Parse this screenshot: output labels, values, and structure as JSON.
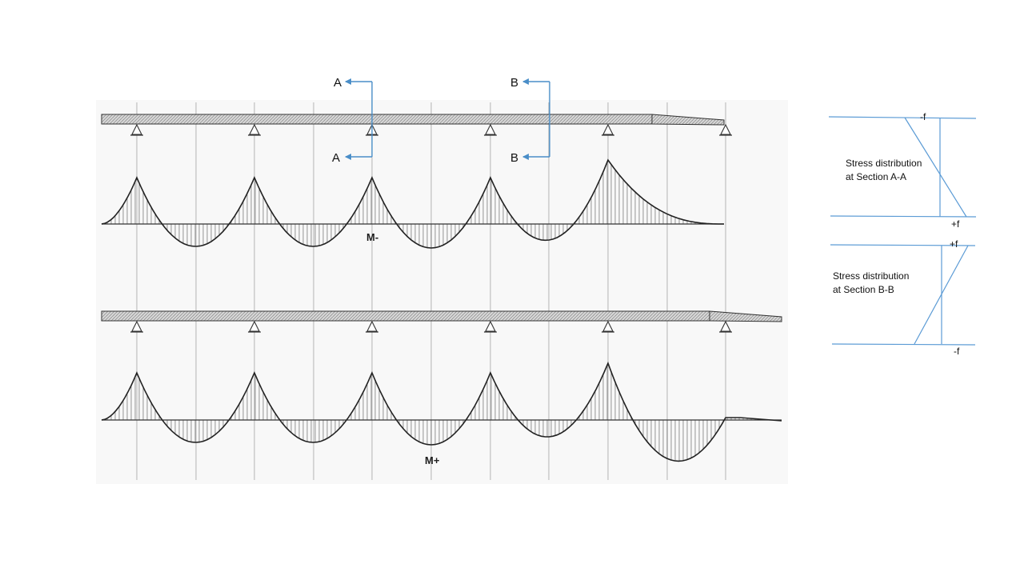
{
  "colors": {
    "section_arrow": "#4a8ec8",
    "stress_line": "#5b9bd5",
    "drawing_ink": "#333333",
    "beam_fill": "#cfcfcf",
    "paper_tone": "#f7f7f7"
  },
  "section_marks": {
    "a_top": "A",
    "a_bottom": "A",
    "b_top": "B",
    "b_bottom": "B"
  },
  "moment_labels": {
    "negative": "M-",
    "positive": "M+"
  },
  "stress_a": {
    "line1": "Stress distribution",
    "line2": "at Section A-A",
    "top_value": "-f",
    "bottom_value": "+f"
  },
  "stress_b": {
    "line1": "Stress distribution",
    "line2": "at Section B-B",
    "top_value": "+f",
    "bottom_value": "-f"
  }
}
